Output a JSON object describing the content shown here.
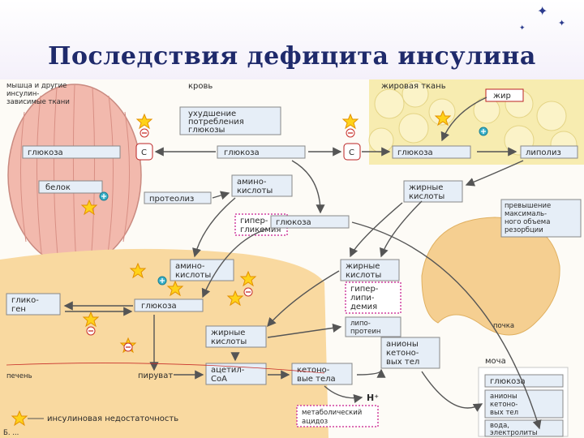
{
  "title": "Последствия дефицита инсулина",
  "colors": {
    "title": "#1f2a6b",
    "muscle": "#f2b9ad",
    "fat": "#f7ecb0",
    "liver": "#f9d9a0",
    "kidney": "#f5cf91",
    "box_fill": "#e6eef7",
    "arrow": "#555555",
    "pink_border": "#d040a0",
    "red_line": "#c8302a"
  },
  "icons": [
    "insulin-deficiency-star-icon",
    "enzyme-plus-icon",
    "enzyme-minus-icon",
    "transporter-c-icon",
    "decorative-star-icon"
  ],
  "regions": {
    "muscle": "мышца и другие инсулин-зависимые ткани",
    "blood": "кровь",
    "adipose": "жировая ткань",
    "liver": "печень",
    "kidney": "почка",
    "urine": "моча"
  },
  "nodes": {
    "impaired_uptake": [
      "ухудшение",
      "потребления",
      "глюкозы"
    ],
    "fat": "жир",
    "lipolysis": "липолиз",
    "glucose_muscle": "глюкоза",
    "glucose_blood": "глюкоза",
    "glucose_adipose": "глюкоза",
    "transporter": "C",
    "protein": "белок",
    "proteolysis": "протеолиз",
    "amino_acids_blood": [
      "амино-",
      "кислоты"
    ],
    "fatty_acids_blood": [
      "жирные",
      "кислоты"
    ],
    "hyperglycemia": [
      "гипер-",
      "гликемия"
    ],
    "resorption_exceeded": [
      "превышение",
      "максималь-",
      "ного объема",
      "резорбции"
    ],
    "glucose_center": "глюкоза",
    "amino_acids_liver": [
      "амино-",
      "кислоты"
    ],
    "fatty_acids_center": [
      "жирные",
      "кислоты"
    ],
    "glycogen": [
      "глико-",
      "ген"
    ],
    "glucose_liver": "глюкоза",
    "hyperlipidemia": [
      "гипер-",
      "липи-",
      "демия"
    ],
    "lipoprotein": [
      "липо-",
      "протеин"
    ],
    "fatty_acids_liver": [
      "жирные",
      "кислоты"
    ],
    "anions_ketone": [
      "анионы",
      "кетоно-",
      "вых тел"
    ],
    "pyruvate": "пируват",
    "acetyl_coa": [
      "ацетил-",
      "CoA"
    ],
    "ketone_bodies": [
      "кетоно-",
      "вые тела"
    ],
    "proton": "H⁺",
    "metabolic_acidosis": [
      "метаболический",
      "ацидоз"
    ],
    "urine_glucose": "глюкоза",
    "urine_anions": [
      "анионы",
      "кетоно-",
      "вых тел"
    ],
    "urine_water": [
      "вода,",
      "электролиты"
    ]
  },
  "legend": {
    "label": "инсулиновая недостаточность"
  },
  "footer": "Б. ..."
}
